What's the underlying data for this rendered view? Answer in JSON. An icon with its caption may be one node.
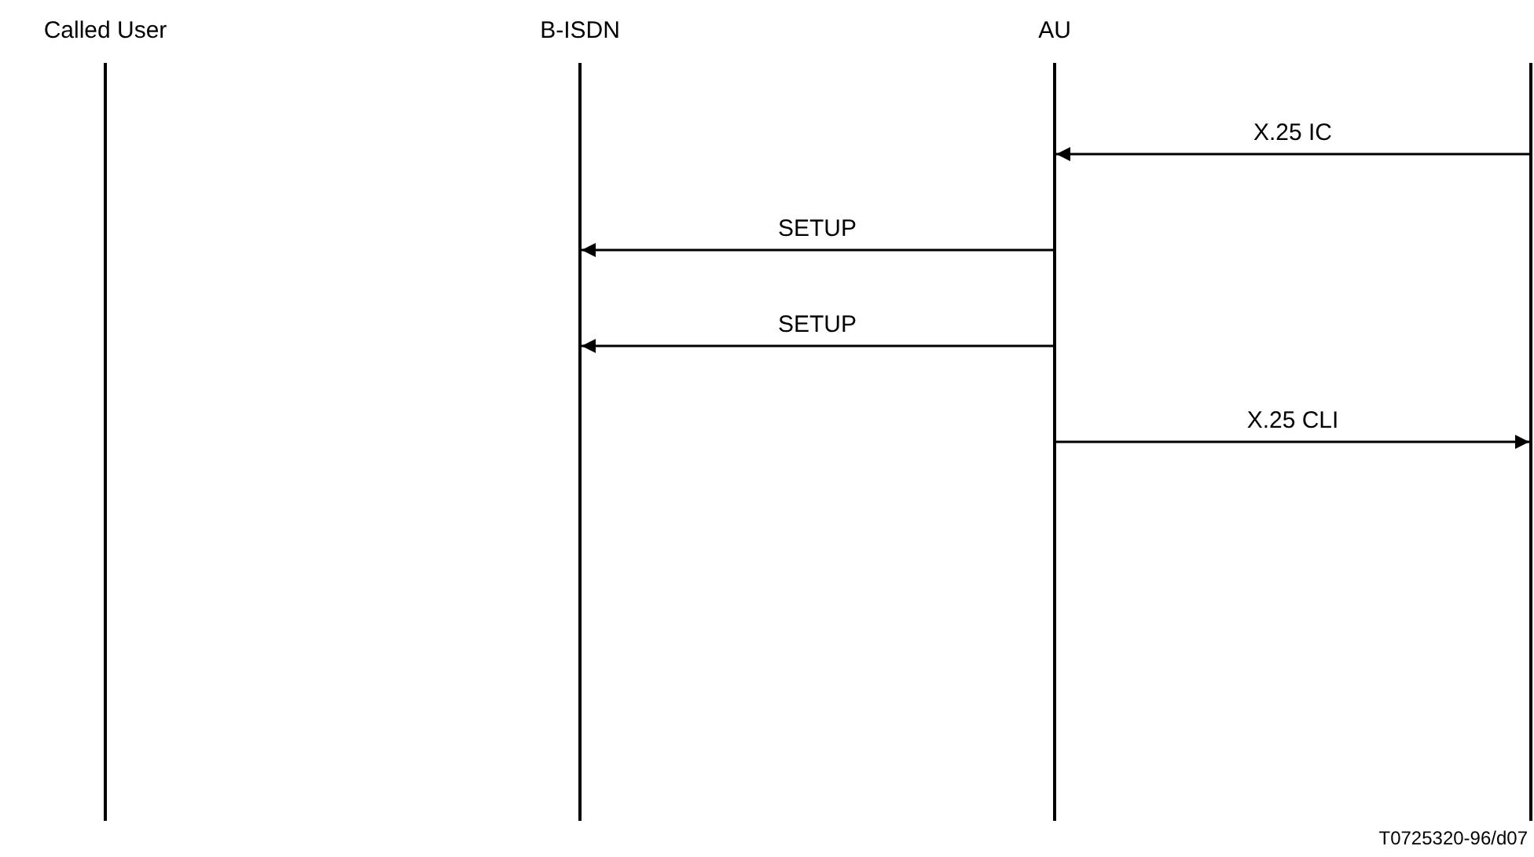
{
  "diagram": {
    "nodes": [
      {
        "text": [
          "Called User"
        ]
      },
      {
        "text": [
          "B-ISDN"
        ]
      },
      {
        "text": [
          "AU"
        ]
      },
      {
        "text": [],
        "shape": "bar"
      }
    ],
    "edges": [
      {
        "from": 3,
        "to": 2,
        "arrow": "to",
        "label": "X.25 IC"
      },
      {
        "from": 2,
        "to": 1,
        "arrow": "to",
        "label": "SETUP"
      },
      {
        "from": 2,
        "to": 1,
        "arrow": "to",
        "label": "SETUP"
      },
      {
        "from": 2,
        "to": 3,
        "arrow": "to",
        "label": "X.25 CLI"
      }
    ],
    "labels": [
      "T0725320-96/d07"
    ]
  }
}
